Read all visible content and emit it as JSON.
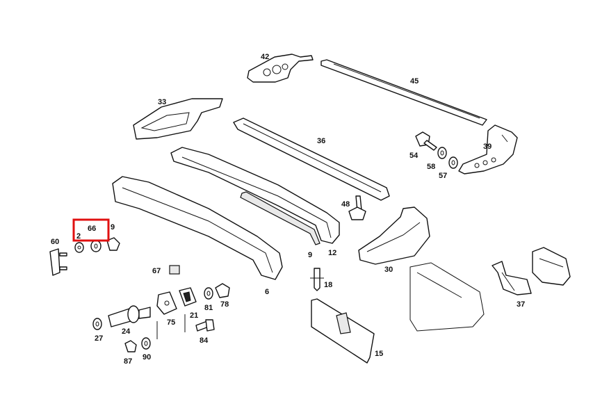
{
  "highlight_color": "#e01010",
  "labels": {
    "p42": "42",
    "p45": "45",
    "p33": "33",
    "p36": "36",
    "p54": "54",
    "p39": "39",
    "p58": "58",
    "p57": "57",
    "p48": "48",
    "p9a": "9",
    "p66": "66",
    "p2": "2",
    "p60": "60",
    "p12": "12",
    "p9b": "9",
    "p30": "30",
    "p67": "67",
    "p18": "18",
    "p6": "6",
    "p81": "81",
    "p78": "78",
    "p37": "37",
    "p21": "21",
    "p24": "24",
    "p75": "75",
    "p27": "27",
    "p84": "84",
    "p87": "87",
    "p90": "90",
    "p15": "15"
  }
}
